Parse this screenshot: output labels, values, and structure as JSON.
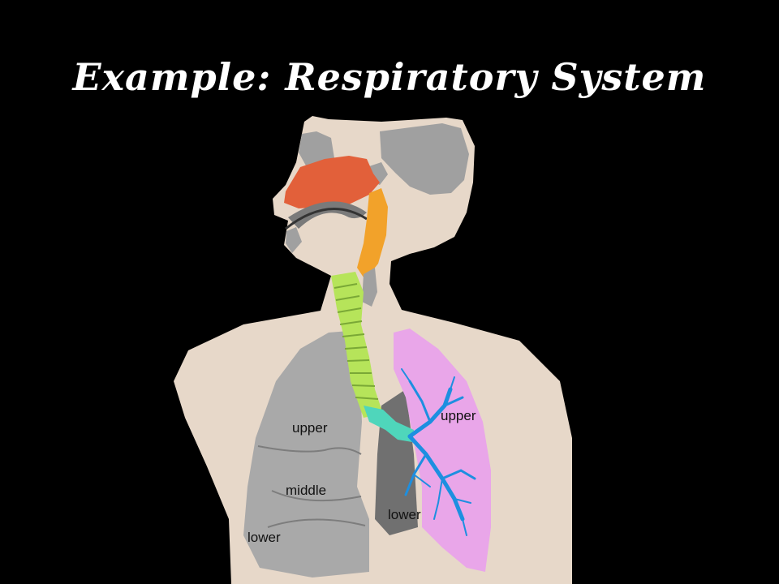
{
  "title": "Example: Respiratory System",
  "labels": {
    "right_upper": "upper",
    "right_middle": "middle",
    "right_lower": "lower",
    "left_upper": "upper",
    "left_lower": "lower"
  },
  "colors": {
    "background": "#000000",
    "body": "#e7d8c9",
    "nasal_cavity": "#e2603a",
    "pharynx": "#f2a22a",
    "trachea": "#b6e45a",
    "bronchi": "#4fd6bb",
    "left_lung": "#e9a6e9",
    "bronchioles": "#1d8fe0",
    "right_lung": "#a9a9a9",
    "bone": "#a0a0a0"
  }
}
